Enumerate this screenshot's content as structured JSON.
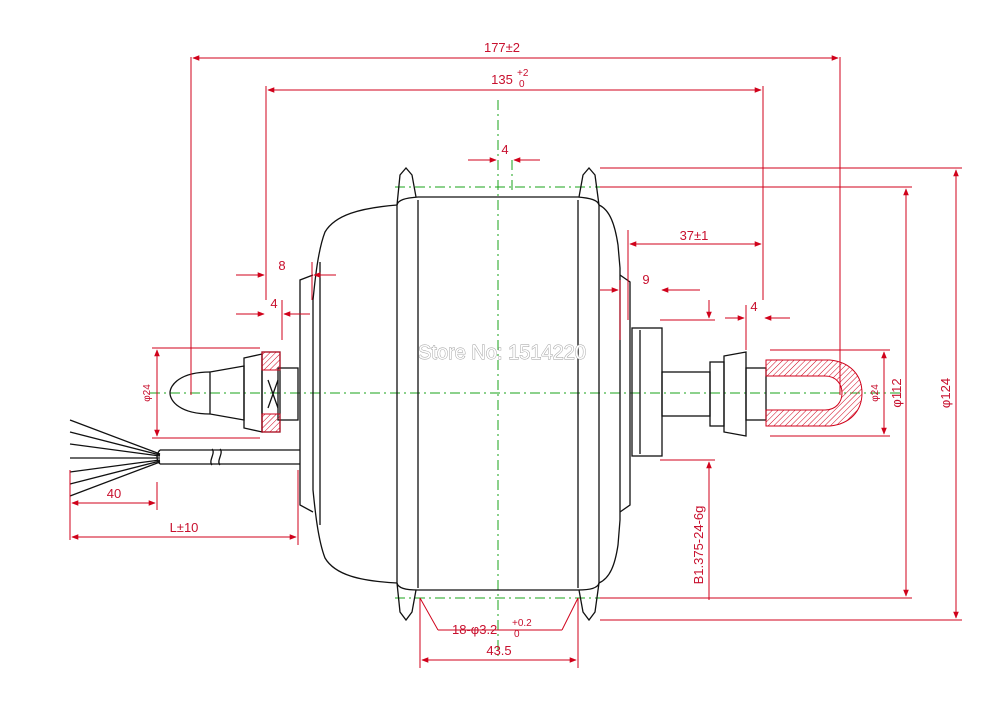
{
  "watermark": "Store No: 1514220",
  "dimensions": {
    "overall_width": "177±2",
    "flange_spacing": "135",
    "flange_spacing_tol_upper": "+2",
    "flange_spacing_tol_lower": "0",
    "center_offset": "4",
    "axle_offset": "37±1",
    "left_step_8": "8",
    "left_step_4": "4",
    "right_step_9": "9",
    "right_step_4": "4",
    "left_axle_dia": "φ24",
    "right_axle_dia": "φ24",
    "flange_dia": "φ112",
    "shell_dia": "φ124",
    "cable_strip": "40",
    "cable_length": "L±10",
    "spoke_holes": "18-φ3.2",
    "spoke_holes_tol_upper": "+0.2",
    "spoke_holes_tol_lower": "0",
    "flange_distance": "43.5",
    "thread_spec": "B1.375-24-6g"
  },
  "colors": {
    "outline": "#111111",
    "dimension": "#d0021b",
    "centerline": "#1aa31a"
  }
}
